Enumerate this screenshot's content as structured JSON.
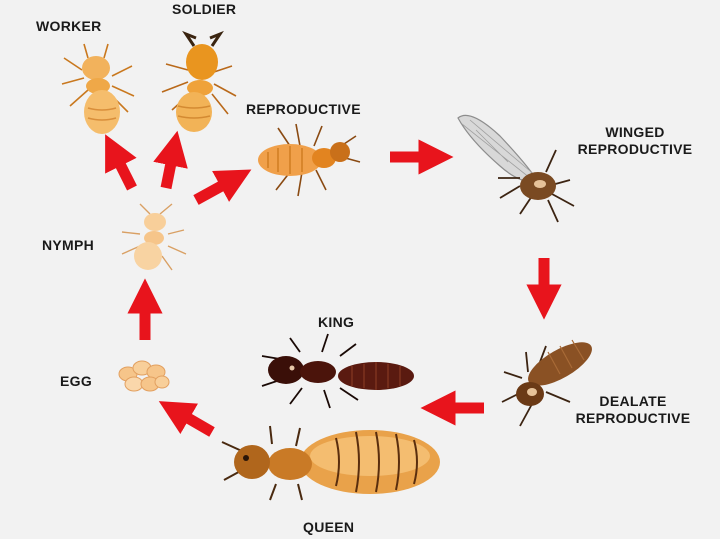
{
  "diagram": {
    "stages": {
      "worker": "WORKER",
      "soldier": "SOLDIER",
      "reproductive": "REPRODUCTIVE",
      "winged_reproductive_line1": "WINGED",
      "winged_reproductive_line2": "REPRODUCTIVE",
      "nymph": "NYMPH",
      "king": "KING",
      "egg": "EGG",
      "dealate_reproductive_line1": "DEALATE",
      "dealate_reproductive_line2": "REPRODUCTIVE",
      "queen": "QUEEN"
    },
    "colors": {
      "arrow": "#e8141c",
      "background": "#f2f2f2",
      "nymph_body": "#f6c58a",
      "worker_body": "#f2b25c",
      "soldier_body": "#eea53a",
      "reproductive_body": "#e7902a",
      "winged_body": "#7a4a22",
      "king_body": "#5a1a10",
      "queen_body": "#e9a24a"
    }
  }
}
